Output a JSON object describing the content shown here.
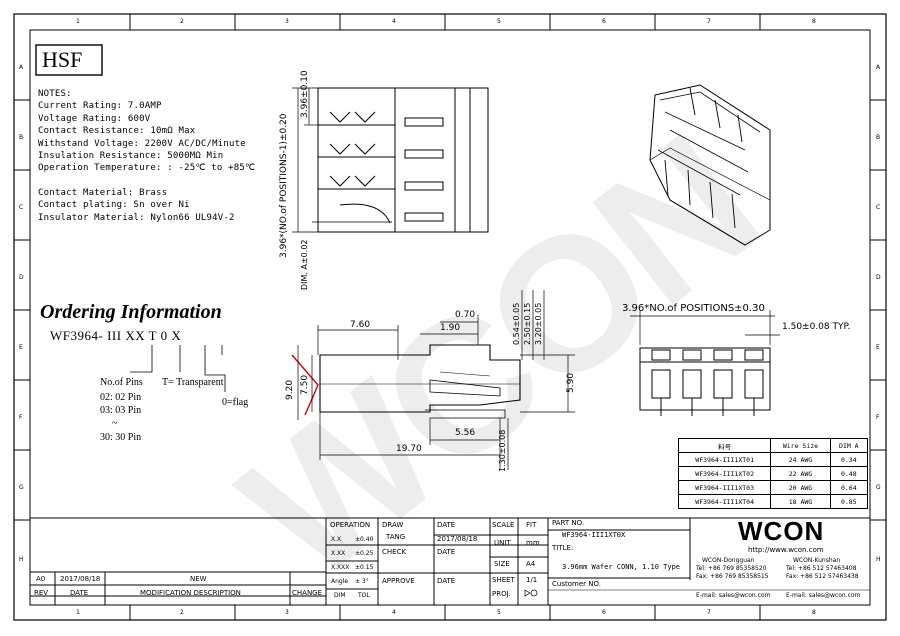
{
  "logo_box": "HSF",
  "notes": {
    "heading": "NOTES:",
    "lines": [
      "Current Rating: 7.0AMP",
      "Voltage Rating: 600V",
      "Contact Resistance: 10mΩ Max",
      "Withstand Voltage: 2200V AC/DC/Minute",
      "Insulation Resistance: 5000MΩ Min",
      "Operation Temperature: : -25℃ to +85℃"
    ],
    "material_lines": [
      "Contact Material: Brass",
      "Contact plating: Sn over Ni",
      "Insulator Material: Nylon66 UL94V-2"
    ]
  },
  "ordering": {
    "title": "Ordering Information",
    "code": "WF3964- III  XX  T  0  X",
    "no_of_pins": "No.of Pins",
    "transparent": "T= Transparent",
    "flag": "0=flag",
    "pins": [
      "02: 02 Pin",
      "03: 03 Pin",
      "30: 30 Pin"
    ],
    "tilde": "~"
  },
  "dims": {
    "pitch_vertical": "3.96*(NO.of POSITIONS-1)±0.20",
    "pitch_top": "3.96±0.10",
    "dim_a": "DIM. A±0.02",
    "d_760": "7.60",
    "d_190": "1.90",
    "d_070": "0.70",
    "d_054": "0.54±0.05",
    "d_250": "2.50±0.15",
    "d_320": "3.20±0.05",
    "d_920": "9.20",
    "d_750": "7.50",
    "d_590": "5.90",
    "d_556": "5.56",
    "d_1970": "19.70",
    "d_130": "1.30±0.08",
    "pitch_horizontal": "3.96*NO.of POSITIONS±0.30",
    "d_150": "1.50±0.08 TYP."
  },
  "wire_table": {
    "headers": [
      "料号",
      "Wire Size",
      "DIM A"
    ],
    "rows": [
      [
        "WF3964-III1XT01",
        "24 AWG",
        "0.34"
      ],
      [
        "WF3964-III1XT02",
        "22 AWG",
        "0.48"
      ],
      [
        "WF3964-III1XT03",
        "20 AWG",
        "0.64"
      ],
      [
        "WF3964-III1XT04",
        "18 AWG",
        "0.85"
      ]
    ]
  },
  "border_labels": {
    "cols": [
      "1",
      "2",
      "3",
      "4",
      "5",
      "6",
      "7",
      "8"
    ],
    "rows": [
      "A",
      "B",
      "C",
      "D",
      "E",
      "F",
      "G",
      "H"
    ]
  },
  "title_block": {
    "operation": "OPERATION",
    "tol1_a": "X.X",
    "tol1_b": "±0.40",
    "tol2_a": "X.XX",
    "tol2_b": "±0.25",
    "tol3_a": "X.XXX",
    "tol3_b": "±0.15",
    "angle_a": "Angle",
    "angle_b": "± 3°",
    "dim_label": "DIM",
    "tol_label": "TOL",
    "draw": "DRAW",
    "draw_name": "TANG",
    "check": "CHECK",
    "approve": "APPROVE",
    "date": "DATE",
    "date_value": "2017/08/18",
    "scale": "SCALE",
    "fit": "FIT",
    "unit": "UNIT",
    "unit_value": "mm",
    "size": "SIZE",
    "size_value": "A4",
    "sheet": "SHEET",
    "sheet_value": "1/1",
    "proj": "PROJ.",
    "part_no_label": "PART NO.",
    "part_no": "WF3964-III1XT0X",
    "title_label": "TITLE:",
    "title": "3.96mm Wafer CONN, 1.10 Type",
    "customer_label": "Customer NO.",
    "rev": "REV",
    "date_col": "DATE",
    "mod": "MODIFICATION DESCRIPTION",
    "change": "CHANGE",
    "rev_a": "A0",
    "rev_date": "2017/08/18",
    "rev_desc": "NEW"
  },
  "company": {
    "logo": "WCON",
    "url": "http://www.wcon.com",
    "left_name": "WCON-Dongguan",
    "left_tel": "Tel: +86 769 85358520",
    "left_fax": "Fax: +86 769 85358515",
    "left_mail": "E-mail: sales@wcon.com",
    "right_name": "WCON-Kunshan",
    "right_tel": "Tel: +86 512 57463408",
    "right_fax": "Fax: +86 512 57463438",
    "right_mail": "E-mail: sales@wcon.com"
  },
  "watermark": "WCON"
}
